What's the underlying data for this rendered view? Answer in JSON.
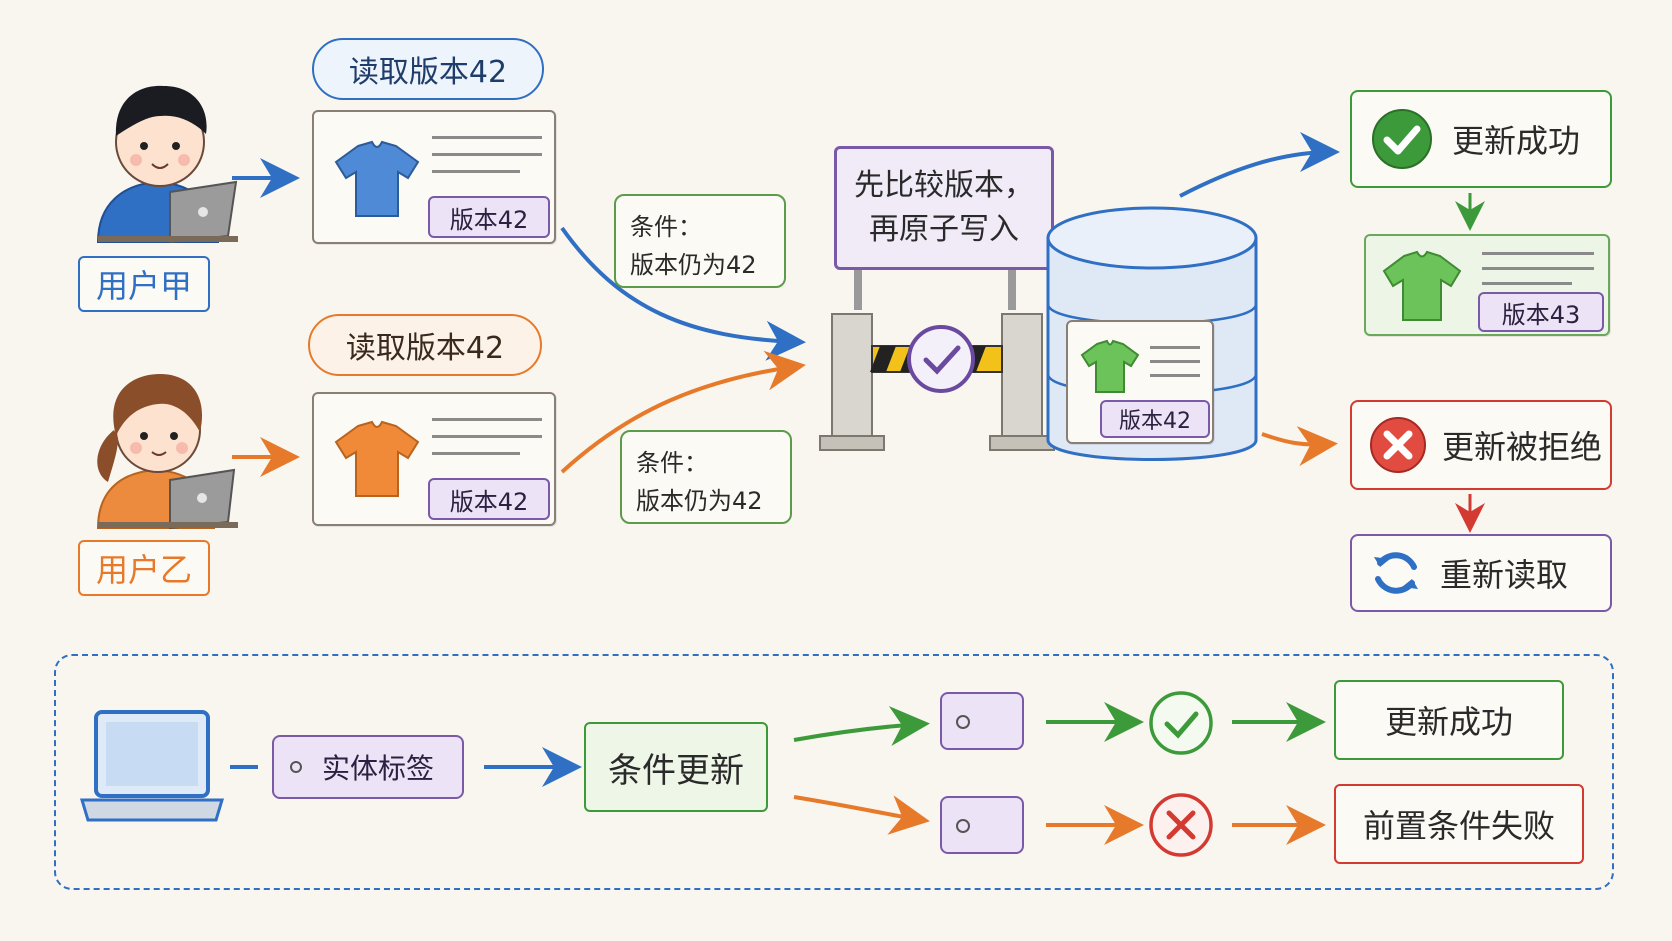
{
  "user_a": {
    "name": "用户甲",
    "read_bubble": "读取版本42",
    "version_tag": "版本42",
    "condition_title": "条件：",
    "condition_text": "版本仍为42"
  },
  "user_b": {
    "name": "用户乙",
    "read_bubble": "读取版本42",
    "version_tag": "版本42",
    "condition_title": "条件：",
    "condition_text": "版本仍为42"
  },
  "gate": {
    "sign_line1": "先比较版本，",
    "sign_line2": "再原子写入"
  },
  "database": {
    "version_tag": "版本42"
  },
  "outcomes": {
    "success": "更新成功",
    "new_version_tag": "版本43",
    "rejected": "更新被拒绝",
    "reread": "重新读取"
  },
  "legend": {
    "entity_tag": "实体标签",
    "conditional_update": "条件更新",
    "success": "更新成功",
    "precondition_failed": "前置条件失败"
  },
  "colors": {
    "blue": "#2f6fc4",
    "orange": "#e77a2a",
    "green": "#3d9a3a",
    "red": "#d23a32",
    "purple": "#7a5aa8"
  }
}
